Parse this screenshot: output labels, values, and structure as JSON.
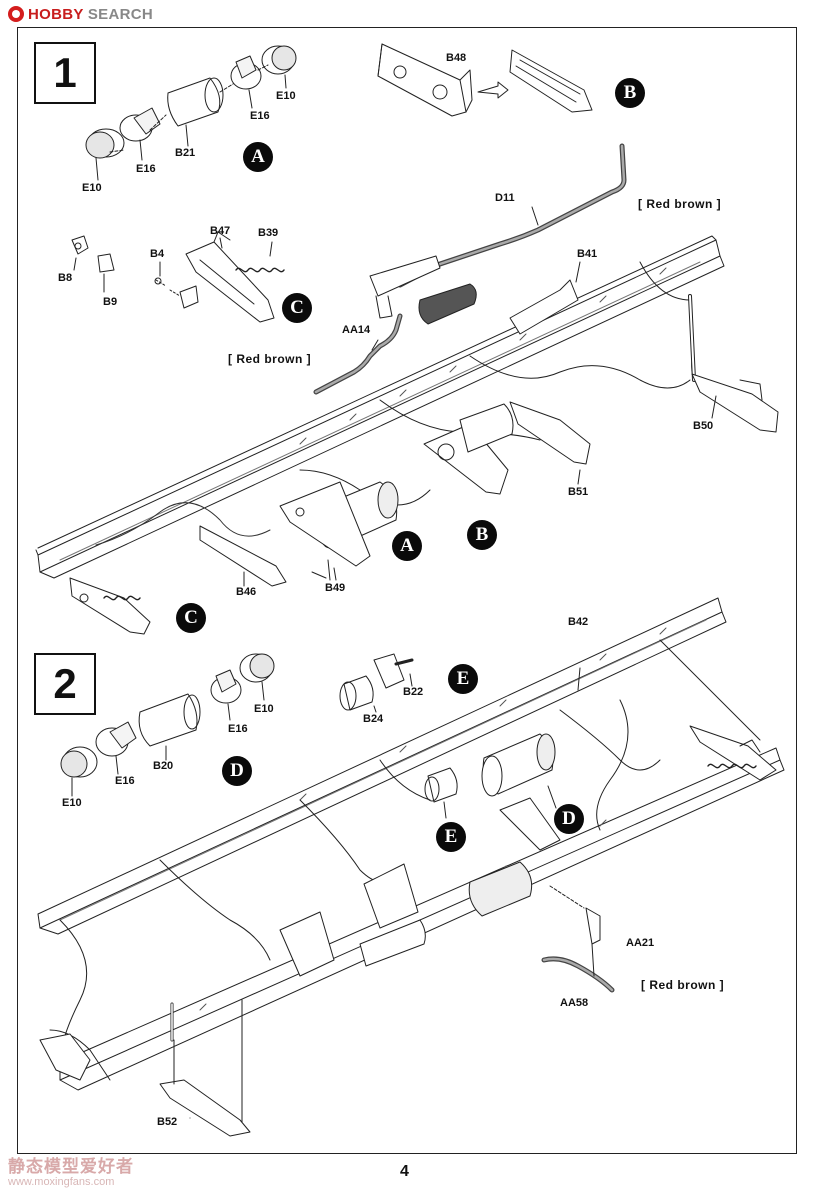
{
  "header": {
    "brand_hobby": "HOBBY",
    "brand_search": "SEARCH"
  },
  "steps": [
    {
      "number": "1"
    },
    {
      "number": "2"
    }
  ],
  "step1": {
    "parts": {
      "E10_a": "E10",
      "E16_a": "E16",
      "B21": "B21",
      "E16_b": "E16",
      "E10_b": "E10",
      "B48": "B48",
      "D11": "D11",
      "B8": "B8",
      "B9": "B9",
      "B4": "B4",
      "B47": "B47",
      "B39": "B39",
      "B41": "B41",
      "AA14": "AA14",
      "B50": "B50",
      "B51": "B51",
      "B46": "B46",
      "B49": "B49"
    },
    "notes": {
      "red_brown_1": "[ Red brown ]",
      "red_brown_2": "[ Red brown ]"
    },
    "badges": {
      "A1": "A",
      "B1": "B",
      "C1": "C",
      "A2": "A",
      "B2": "B",
      "C2": "C"
    }
  },
  "step2": {
    "parts": {
      "B42": "B42",
      "B22": "B22",
      "B24": "B24",
      "E10_a": "E10",
      "E16_a": "E16",
      "B20": "B20",
      "E16_b": "E16",
      "E10_b": "E10",
      "AA21": "AA21",
      "AA58": "AA58",
      "B52": "B52"
    },
    "notes": {
      "red_brown": "[ Red brown ]"
    },
    "badges": {
      "E1": "E",
      "D1": "D",
      "E2": "E",
      "D2": "D"
    }
  },
  "footer": {
    "page_number": "4",
    "watermark_cn": "静态模型爱好者",
    "watermark_url": "www.moxingfans.com"
  }
}
